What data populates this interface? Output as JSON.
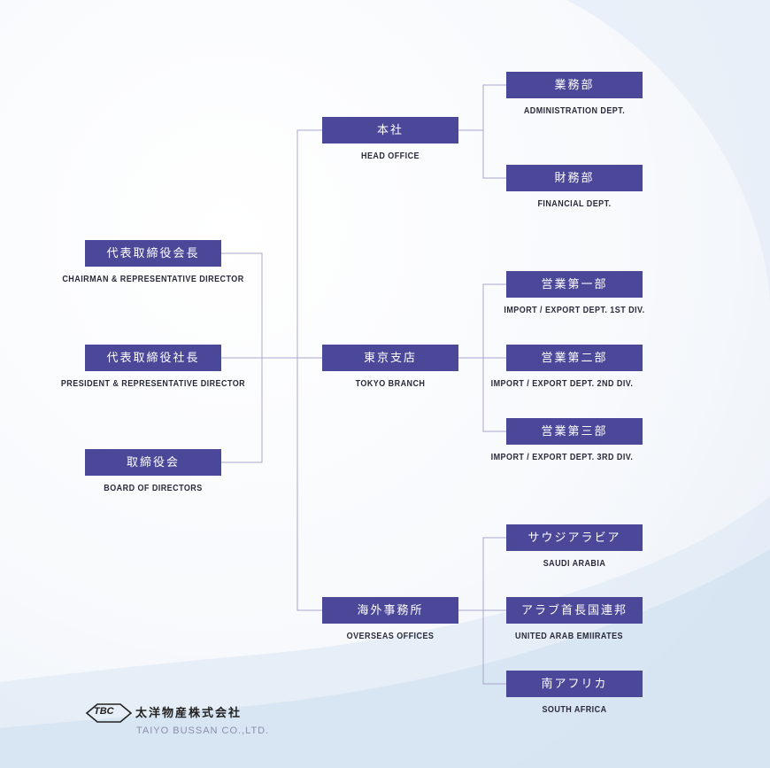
{
  "executives": [
    {
      "jp": "代表取締役会長",
      "en": "CHAIRMAN & REPRESENTATIVE DIRECTOR"
    },
    {
      "jp": "代表取締役社長",
      "en": "PRESIDENT & REPRESENTATIVE DIRECTOR"
    },
    {
      "jp": "取締役会",
      "en": "BOARD OF DIRECTORS"
    }
  ],
  "divisions": [
    {
      "jp": "本社",
      "en": "HEAD OFFICE"
    },
    {
      "jp": "東京支店",
      "en": "TOKYO BRANCH"
    },
    {
      "jp": "海外事務所",
      "en": "OVERSEAS OFFICES"
    }
  ],
  "departments": [
    {
      "jp": "業務部",
      "en": "ADMINISTRATION DEPT."
    },
    {
      "jp": "財務部",
      "en": "FINANCIAL DEPT."
    },
    {
      "jp": "営業第一部",
      "en": "IMPORT / EXPORT DEPT. 1ST DIV."
    },
    {
      "jp": "営業第二部",
      "en": "IMPORT / EXPORT DEPT. 2ND DIV."
    },
    {
      "jp": "営業第三部",
      "en": "IMPORT / EXPORT DEPT. 3RD DIV."
    },
    {
      "jp": "サウジアラビア",
      "en": "SAUDI ARABIA"
    },
    {
      "jp": "アラブ首長国連邦",
      "en": "UNITED ARAB EMIIRATES"
    },
    {
      "jp": "南アフリカ",
      "en": "SOUTH AFRICA"
    }
  ],
  "logo": {
    "mark": "TBC",
    "name_jp": "太洋物産株式会社",
    "name_en": "TAIYO BUSSAN CO.,LTD."
  },
  "colors": {
    "box": "#4b4899",
    "line": "#a9a6cf"
  }
}
